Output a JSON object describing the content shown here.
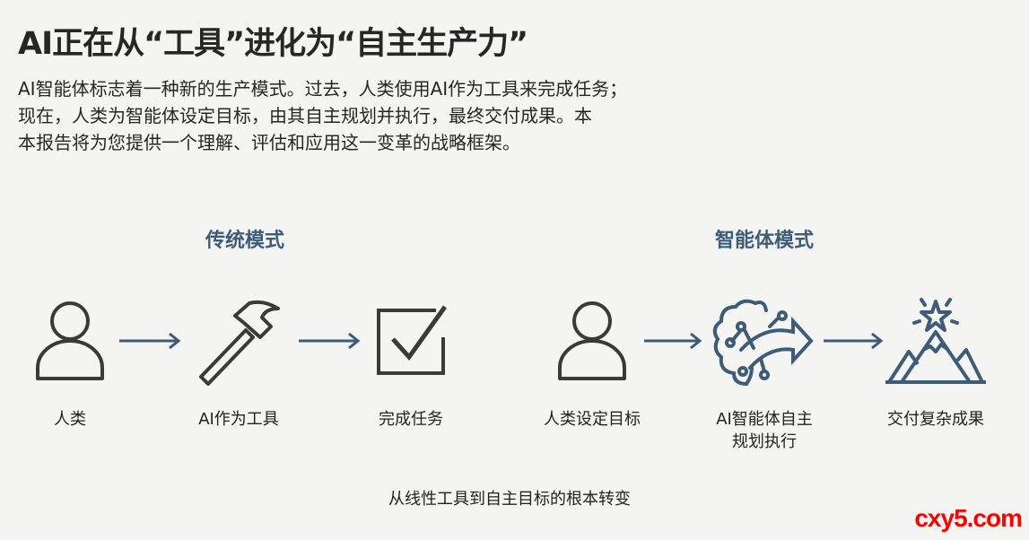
{
  "title": "AI正在从“工具”进化为“自主生产力”",
  "intro_lines": [
    "AI智能体标志着一种新的生产模式。过去，人类使用AI作为工具来完成任务；",
    "现在，人类为智能体设定目标，由其自主规划并执行，最终交付成果。本",
    "本报告将为您提供一个理解、评估和应用这一变革的战略框架。"
  ],
  "traditional": {
    "heading": "传统模式",
    "steps": [
      {
        "icon": "person-icon",
        "label": "人类"
      },
      {
        "icon": "hammer-icon",
        "label": "AI作为工具"
      },
      {
        "icon": "checkbox-icon",
        "label": "完成任务"
      }
    ]
  },
  "agent": {
    "heading": "智能体模式",
    "steps": [
      {
        "icon": "person-icon",
        "label": "人类设定目标"
      },
      {
        "icon": "brain-arrow-icon",
        "label_line1": "AI智能体自主",
        "label_line2": "规划执行"
      },
      {
        "icon": "mountain-star-icon",
        "label": "交付复杂成果"
      }
    ]
  },
  "caption": "从线性工具到自主目标的根本转变",
  "watermark": "cxy5.com",
  "colors": {
    "accent": "#3e5c78",
    "text": "#222222",
    "background": "#f4f4f2",
    "watermark": "#ff0000"
  }
}
